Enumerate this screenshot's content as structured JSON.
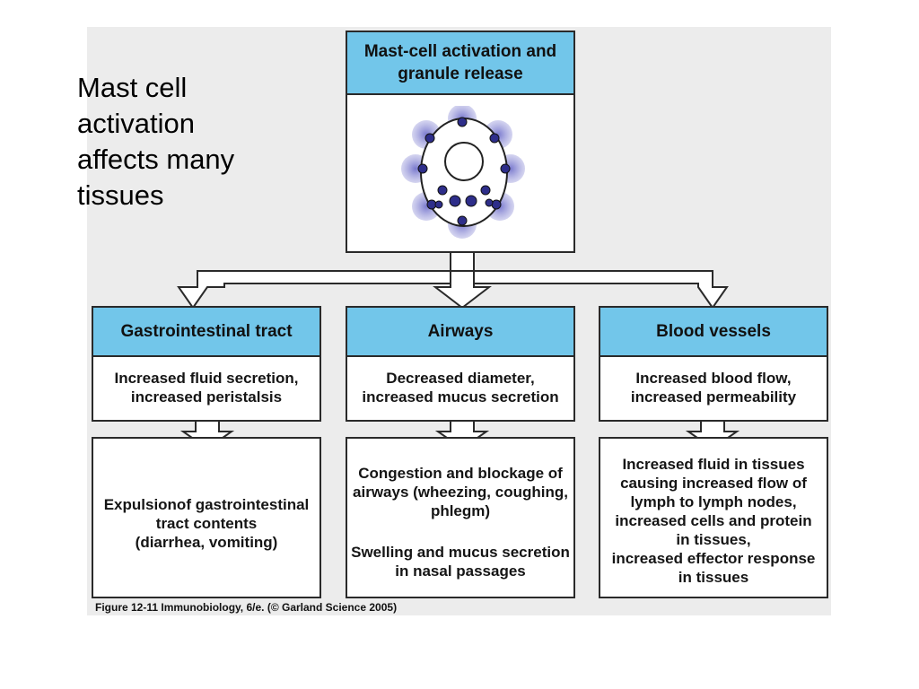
{
  "slide": {
    "title_lines": [
      "Mast cell",
      "activation",
      "affects many",
      "tissues"
    ]
  },
  "diagram": {
    "top": {
      "header_lines": [
        "Mast-cell activation and",
        "granule release"
      ]
    },
    "columns": [
      {
        "header": "Gastrointestinal tract",
        "effect_lines": [
          "Increased fluid secretion,",
          "increased peristalsis"
        ],
        "outcome_lines": [
          "Expulsionof gastrointestinal",
          "tract contents",
          "(diarrhea, vomiting)"
        ]
      },
      {
        "header": "Airways",
        "effect_lines": [
          "Decreased diameter,",
          "increased mucus secretion"
        ],
        "outcome_lines": [
          "Congestion and blockage of",
          "airways (wheezing, coughing,",
          "phlegm)"
        ],
        "outcome2_lines": [
          "Swelling and mucus secretion",
          "in nasal passages"
        ]
      },
      {
        "header": "Blood vessels",
        "effect_lines": [
          "Increased blood flow,",
          "increased permeability"
        ],
        "outcome_lines": [
          "Increased fluid in tissues",
          "causing increased flow of",
          "lymph to lymph nodes,",
          "increased cells and protein",
          "in tissues,",
          "increased effector response",
          "in tissues"
        ]
      }
    ],
    "caption": "Figure 12-11  Immunobiology, 6/e. (© Garland Science 2005)"
  },
  "colors": {
    "header_fill": "#72c6ea",
    "granule": "#2e2e8a",
    "granule_halo": "#8a8ad0",
    "background": "#ececec"
  }
}
